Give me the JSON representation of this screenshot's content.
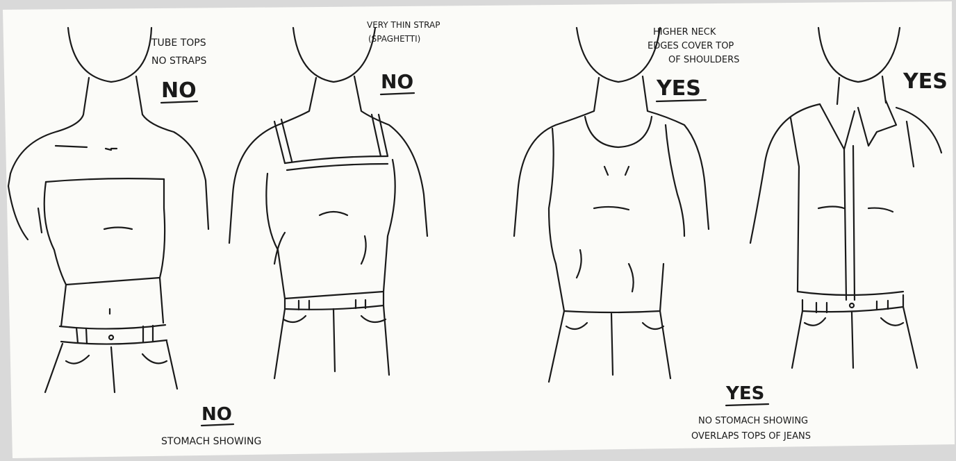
{
  "figures": [
    {
      "caption_lines": [
        "TUBE TOPS",
        "NO STRAPS"
      ],
      "verdict": "NO"
    },
    {
      "caption_lines": [
        "VERY THIN STRAP",
        "(SPAGHETTI)"
      ],
      "verdict": "NO"
    },
    {
      "caption_lines": [
        "HIGHER NECK",
        "EDGES COVER TOP",
        "OF SHOULDERS"
      ],
      "verdict": "YES"
    },
    {
      "caption_lines": [],
      "verdict": "YES"
    }
  ],
  "groups": [
    {
      "verdict": "NO",
      "note_lines": [
        "STOMACH SHOWING"
      ]
    },
    {
      "verdict": "YES",
      "note_lines": [
        "NO STOMACH SHOWING",
        "OVERLAPS TOPS OF JEANS"
      ]
    }
  ],
  "colors": {
    "paper": "#fbfbf8",
    "ink": "#1a1a1a",
    "margin": "#d9d9d9"
  }
}
